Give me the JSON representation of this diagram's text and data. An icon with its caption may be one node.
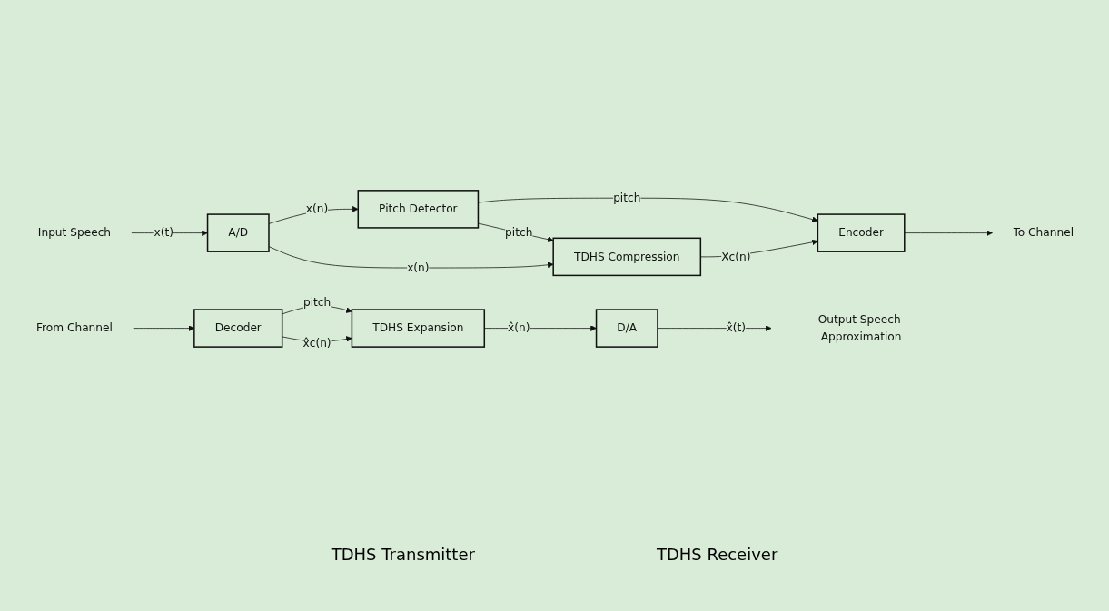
{
  "diagram": {
    "nodes": [
      {
        "text": [
          "Input Speech"
        ]
      },
      {
        "text": [
          "A/D"
        ]
      },
      {
        "text": [
          "Pitch Detector"
        ]
      },
      {
        "text": [
          "Encoder"
        ]
      },
      {
        "text": [
          "To Channel"
        ]
      },
      {
        "text": [
          "TDHS Compression"
        ]
      },
      {
        "text": [
          "From Channel"
        ]
      },
      {
        "text": [
          "Decoder"
        ]
      },
      {
        "text": [
          "TDHS Expansion"
        ]
      },
      {
        "text": [
          "D/A"
        ]
      },
      {
        "text": [
          "Output Speech Approximation"
        ]
      }
    ],
    "edges": [
      {
        "from": 0,
        "to": 1,
        "arrow": "to",
        "label": "x(t)"
      },
      {
        "from": 1,
        "to": 2,
        "arrow": "to",
        "label": "x(n)"
      },
      {
        "from": 2,
        "to": 3,
        "arrow": "to",
        "label": "pitch"
      },
      {
        "from": 3,
        "to": 4,
        "arrow": "to"
      },
      {
        "from": 2,
        "to": 5,
        "arrow": "to",
        "label": "pitch"
      },
      {
        "from": 1,
        "to": 5,
        "arrow": "to",
        "label": "x(n)"
      },
      {
        "from": 5,
        "to": 3,
        "arrow": "to",
        "label": "Xc(n)"
      },
      {
        "from": 6,
        "to": 7,
        "arrow": "to"
      },
      {
        "from": 7,
        "to": 8,
        "arrow": "to",
        "label": "pitch"
      },
      {
        "from": 7,
        "to": 8,
        "arrow": "to",
        "label": "x̂c(n)"
      },
      {
        "from": 8,
        "to": 9,
        "arrow": "to",
        "label": "x̂(n)"
      },
      {
        "from": 9,
        "to": 10,
        "arrow": "to",
        "label": "x̂(t)"
      }
    ],
    "labels": [
      "TDHS Transmitter",
      "TDHS Receiver"
    ]
  }
}
